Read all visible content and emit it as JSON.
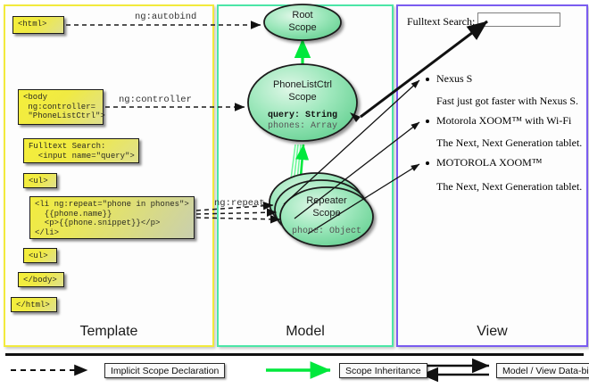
{
  "panels": [
    {
      "id": "template",
      "label": "Template",
      "border_color": "#f2ea3c"
    },
    {
      "id": "model",
      "label": "Model",
      "border_color": "#4ce6a7"
    },
    {
      "id": "view",
      "label": "View",
      "border_color": "#7a5cf0"
    }
  ],
  "template": {
    "boxes": [
      {
        "name": "html-open-tag",
        "text": "<html>"
      },
      {
        "name": "body-controller-tag",
        "text": "<body\n ng:controller=\n \"PhoneListCtrl\">"
      },
      {
        "name": "fulltext-search-input-markup",
        "text": "Fulltext Search:\n  <input name=\"query\">"
      },
      {
        "name": "ul-open-tag",
        "text": "<ul>"
      },
      {
        "name": "li-ngrepeat-block",
        "text": "<li ng:repeat=\"phone in phones\">\n  {{phone.name}}\n  <p>{{phone.snippet}}</p>\n</li>"
      },
      {
        "name": "ul-close-tag",
        "text": "<ul>"
      },
      {
        "name": "body-close-tag",
        "text": "</body>"
      },
      {
        "name": "html-close-tag",
        "text": "</html>"
      }
    ]
  },
  "model": {
    "scopes": [
      {
        "name": "root-scope",
        "title_line1": "Root",
        "title_line2": "Scope",
        "props": []
      },
      {
        "name": "phonelistctrl-scope",
        "title_line1": "PhoneListCtrl",
        "title_line2": "Scope",
        "props": [
          {
            "key": "query: String",
            "bold": true
          },
          {
            "key": "phones: Array",
            "bold": false
          }
        ]
      },
      {
        "name": "repeater-scope",
        "title_line1": "Repeater",
        "title_line2": "Scope",
        "props": [
          {
            "key": "phone: Object",
            "bold": false
          }
        ]
      }
    ]
  },
  "edges": {
    "autobind": "ng:autobind",
    "controller": "ng:controller",
    "repeat": "ng:repeat"
  },
  "view": {
    "search_label": "Fulltext Search:",
    "search_value": "",
    "items": [
      {
        "title": "Nexus S",
        "desc": "Fast just got faster with Nexus S."
      },
      {
        "title": "Motorola XOOM™  with Wi-Fi",
        "desc": "The Next, Next Generation tablet."
      },
      {
        "title": "MOTOROLA XOOM™",
        "desc": "The Next, Next Generation tablet."
      }
    ]
  },
  "legend": [
    {
      "name": "implicit-scope-declaration",
      "label": "Implicit Scope Declaration",
      "arrow": "dashed-black"
    },
    {
      "name": "scope-inheritance",
      "label": "Scope Inheritance",
      "arrow": "solid-green"
    },
    {
      "name": "model-view-data-binding",
      "label": "Model / View Data-binding",
      "arrow": "bidirectional-black"
    }
  ],
  "colors": {
    "template_border": "#f2ea3c",
    "model_border": "#4ce6a7",
    "view_border": "#7a5cf0",
    "scope_fill": "#8fe3ae",
    "inheritance_arrow": "#00e83c",
    "code_box": "#f0ea43"
  }
}
